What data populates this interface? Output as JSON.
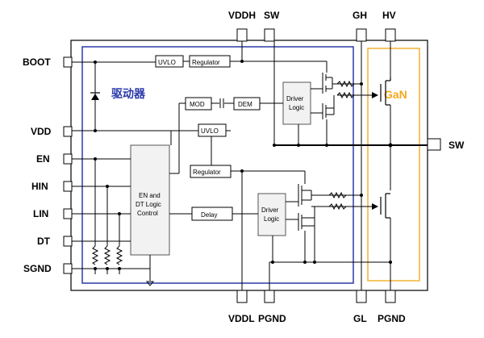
{
  "driver_label": "驱动器",
  "gan_label": "GaN",
  "colors": {
    "driver_border": "#2b3aa8",
    "gan_border": "#f2b233",
    "gan_text": "#f2a81e",
    "driver_text": "#2b3aa8"
  },
  "pins": {
    "left": [
      "BOOT",
      "VDD",
      "EN",
      "HIN",
      "LIN",
      "DT",
      "SGND"
    ],
    "top": [
      "VDDH",
      "SW",
      "GH",
      "HV"
    ],
    "bottom": [
      "VDDL",
      "PGND",
      "GL",
      "PGND"
    ],
    "right": "SW"
  },
  "blocks": {
    "uvlo_top": "UVLO",
    "regulator_top": "Regulator",
    "mod": "MOD",
    "dem": "DEM",
    "uvlo_mid": "UVLO",
    "regulator_mid": "Regulator",
    "delay": "Delay",
    "driver_logic_hi": [
      "Driver",
      "Logic"
    ],
    "driver_logic_lo": [
      "Driver",
      "Logic"
    ],
    "en_dt": [
      "EN and",
      "DT Logic",
      "Control"
    ]
  }
}
